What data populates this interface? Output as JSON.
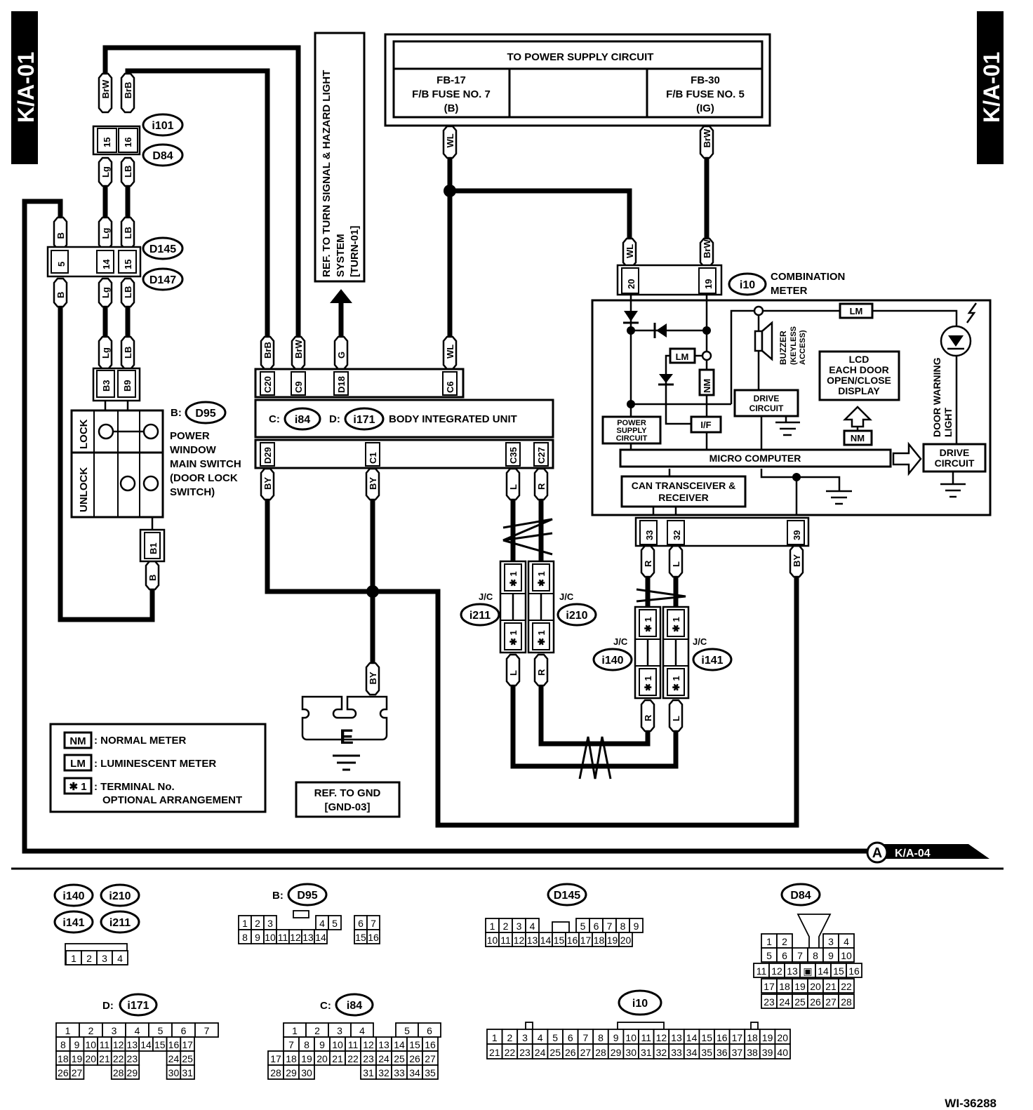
{
  "page": {
    "side_tag_left": "K/A-01",
    "side_tag_right": "K/A-01",
    "figure_id": "WI-36288",
    "continuation": {
      "marker": "A",
      "ref": "K/A-04"
    }
  },
  "power_supply": {
    "title": "TO POWER SUPPLY CIRCUIT",
    "left": {
      "line1": "FB-17",
      "line2": "F/B FUSE NO. 7",
      "line3": "(B)"
    },
    "right": {
      "line1": "FB-30",
      "line2": "F/B FUSE NO. 5",
      "line3": "(IG)"
    }
  },
  "ref_turn": {
    "line1": "REF. TO TURN SIGNAL & HAZARD LIGHT",
    "line2": "SYSTEM",
    "line3": "[TURN-01]"
  },
  "connectors": {
    "i101": "i101",
    "D84": "D84",
    "D145": "D145",
    "D147": "D147",
    "D95": "D95",
    "D95_prefix": "B:",
    "i84": "i84",
    "i84_prefix": "C:",
    "i171": "i171",
    "i171_prefix": "D:",
    "i10": "i10",
    "i211": "i211",
    "i210": "i210",
    "i140": "i140",
    "i141": "i141",
    "jc": "J/C"
  },
  "wires": {
    "BrW": "BrW",
    "BrB": "BrB",
    "Lg": "Lg",
    "LB": "LB",
    "B": "B",
    "WL": "WL",
    "G": "G",
    "BY": "BY",
    "L": "L",
    "R": "R"
  },
  "pins": {
    "d84_15": "15",
    "d84_16": "16",
    "d145_5": "5",
    "d145_14": "14",
    "d145_15": "15",
    "B3": "B3",
    "B9": "B9",
    "B1": "B1",
    "C20": "C20",
    "C9": "C9",
    "D18": "D18",
    "C6": "C6",
    "D29": "D29",
    "C1": "C1",
    "C35": "C35",
    "C27": "C27",
    "m20": "20",
    "m19": "19",
    "m33": "33",
    "m32": "32",
    "m39": "39",
    "star1": "✱ 1"
  },
  "switch": {
    "lock": "LOCK",
    "unlock": "UNLOCK",
    "name_lines": [
      "POWER",
      "WINDOW",
      "MAIN SWITCH",
      "(DOOR LOCK",
      " SWITCH)"
    ]
  },
  "biu": {
    "title": "BODY INTEGRATED UNIT"
  },
  "meter": {
    "title_line1": "COMBINATION",
    "title_line2": "METER",
    "lm": "LM",
    "nm": "NM",
    "if": "I/F",
    "power_supply_lines": [
      "POWER",
      "SUPPLY",
      "CIRCUIT"
    ],
    "drive_circuit_lines": [
      "DRIVE",
      "CIRCUIT"
    ],
    "buzzer_lines": [
      "BUZZER",
      "(KEYLESS",
      "ACCESS)"
    ],
    "lcd_lines": [
      "LCD",
      "EACH DOOR",
      "OPEN/CLOSE",
      "DISPLAY"
    ],
    "door_warning_lines": [
      "DOOR WARNING",
      "LIGHT"
    ],
    "micro": "MICRO COMPUTER",
    "can_lines": [
      "CAN TRANSCEIVER &",
      "RECEIVER"
    ]
  },
  "ground": {
    "letter": "E",
    "ref_line1": "REF. TO GND",
    "ref_line2": "[GND-03]"
  },
  "legend": [
    {
      "key": "NM",
      "text": ": NORMAL METER"
    },
    {
      "key": "LM",
      "text": ": LUMINESCENT METER"
    },
    {
      "key": "✱ 1",
      "text": ": TERMINAL No.",
      "text2": "OPTIONAL ARRANGEMENT"
    }
  ],
  "connector_faces": {
    "jc4": {
      "labels": [
        "i140",
        "i210",
        "i141",
        "i211"
      ],
      "pins": [
        "1",
        "2",
        "3",
        "4"
      ]
    },
    "D95": {
      "prefix": "B:",
      "label": "D95",
      "row1": [
        "1",
        "2",
        "3",
        "",
        "4",
        "5",
        "6",
        "7"
      ],
      "row2": [
        "8",
        "9",
        "10",
        "11",
        "12",
        "13",
        "14",
        "15",
        "16"
      ]
    },
    "D145": {
      "label": "D145",
      "row1": [
        "1",
        "2",
        "3",
        "4",
        "5",
        "6",
        "7",
        "8",
        "9"
      ],
      "row2": [
        "10",
        "11",
        "12",
        "13",
        "14",
        "15",
        "16",
        "17",
        "18",
        "19",
        "20"
      ]
    },
    "D84": {
      "label": "D84",
      "rows": [
        [
          "1",
          "2",
          "",
          "",
          "3",
          "4"
        ],
        [
          "5",
          "6",
          "7",
          "8",
          "9",
          "10"
        ],
        [
          "11",
          "12",
          "13",
          "▣",
          "14",
          "15",
          "16"
        ],
        [
          "17",
          "18",
          "19",
          "20",
          "21",
          "22"
        ],
        [
          "23",
          "24",
          "25",
          "26",
          "27",
          "28"
        ]
      ]
    },
    "i171": {
      "prefix": "D:",
      "label": "i171",
      "row1": [
        "1",
        "2",
        "3",
        "4",
        "5",
        "6",
        "7"
      ],
      "row2": [
        "8",
        "9",
        "10",
        "11",
        "12",
        "13",
        "14",
        "15",
        "16",
        "17"
      ],
      "row3": [
        "18",
        "19",
        "20",
        "21",
        "22",
        "23",
        "24",
        "25"
      ],
      "row4": [
        "26",
        "27",
        "28",
        "29",
        "30",
        "31"
      ]
    },
    "i84": {
      "prefix": "C:",
      "label": "i84",
      "row1": [
        "1",
        "2",
        "3",
        "4",
        "5",
        "6"
      ],
      "row2": [
        "7",
        "8",
        "9",
        "10",
        "11",
        "12",
        "13",
        "14",
        "15",
        "16"
      ],
      "row3": [
        "17",
        "18",
        "19",
        "20",
        "21",
        "22",
        "23",
        "24",
        "25",
        "26",
        "27"
      ],
      "row4": [
        "28",
        "29",
        "30",
        "31",
        "32",
        "33",
        "34",
        "35"
      ]
    },
    "i10": {
      "label": "i10",
      "row1": [
        "1",
        "2",
        "3",
        "4",
        "5",
        "6",
        "7",
        "8",
        "9",
        "10",
        "11",
        "12",
        "13",
        "14",
        "15",
        "16",
        "17",
        "18",
        "19",
        "20"
      ],
      "row2": [
        "21",
        "22",
        "23",
        "24",
        "25",
        "26",
        "27",
        "28",
        "29",
        "30",
        "31",
        "32",
        "33",
        "34",
        "35",
        "36",
        "37",
        "38",
        "39",
        "40"
      ]
    }
  }
}
